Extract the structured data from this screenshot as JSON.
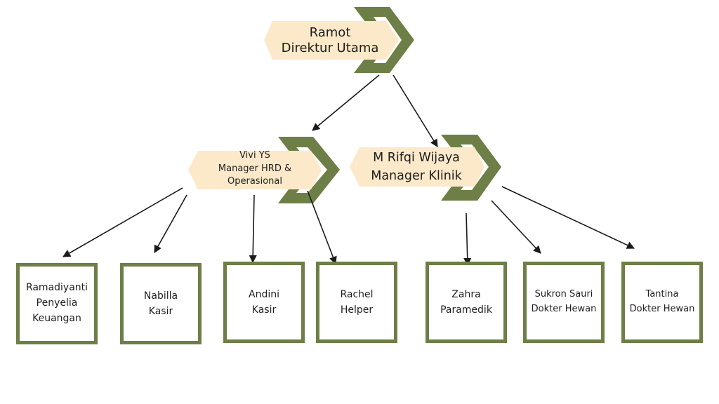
{
  "colors": {
    "olive": "#6d7f46",
    "cream": "#fbe9c9",
    "line": "#1a1a1a"
  },
  "root": {
    "name": "Ramot",
    "role": "Direktur Utama"
  },
  "managers": [
    {
      "name": "Vivi YS",
      "role_line1": "Manager HRD &",
      "role_line2": "Operasional"
    },
    {
      "name": "M Rifqi Wijaya",
      "role": "Manager Klinik"
    }
  ],
  "staff": [
    {
      "name": "Ramadiyanti",
      "role_line1": "Penyelia",
      "role_line2": "Keuangan"
    },
    {
      "name": "Nabilla",
      "role": "Kasir"
    },
    {
      "name": "Andini",
      "role": "Kasir"
    },
    {
      "name": "Rachel",
      "role": "Helper"
    },
    {
      "name": "Zahra",
      "role": "Paramedik"
    },
    {
      "name": "Sukron Sauri",
      "role": "Dokter Hewan"
    },
    {
      "name": "Tantina",
      "role": "Dokter Hewan"
    }
  ]
}
